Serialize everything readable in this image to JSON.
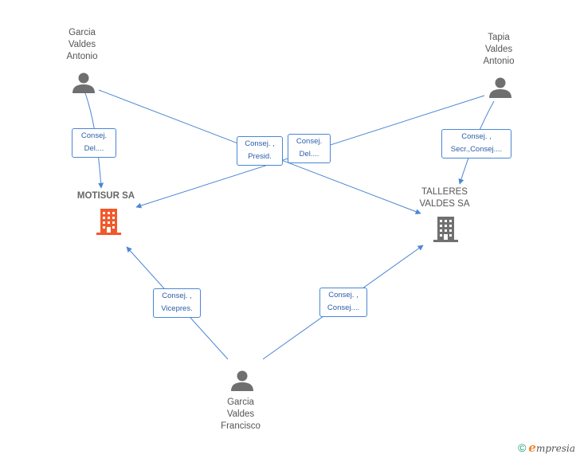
{
  "people": [
    {
      "id": "p1",
      "lines": [
        "Garcia",
        "Valdes",
        "Antonio"
      ]
    },
    {
      "id": "p2",
      "lines": [
        "Tapia",
        "Valdes",
        "Antonio"
      ]
    },
    {
      "id": "p3",
      "lines": [
        "Garcia",
        "Valdes",
        "Francisco"
      ]
    }
  ],
  "companies": [
    {
      "id": "c1",
      "lines": [
        "MOTISUR SA"
      ],
      "color": "#f0592b"
    },
    {
      "id": "c2",
      "lines": [
        "TALLERES",
        "VALDES SA"
      ],
      "color": "#707070"
    }
  ],
  "relations": [
    {
      "id": "r1",
      "lines": [
        "Consej.",
        "Del...."
      ]
    },
    {
      "id": "r2",
      "lines": [
        "Consej. ,",
        "Presid."
      ]
    },
    {
      "id": "r3",
      "lines": [
        "Consej.",
        "Del...."
      ]
    },
    {
      "id": "r4",
      "lines": [
        "Consej. ,",
        "Secr.,Consej...."
      ]
    },
    {
      "id": "r5",
      "lines": [
        "Consej. ,",
        "Vicepres."
      ]
    },
    {
      "id": "r6",
      "lines": [
        "Consej. ,",
        "Consej...."
      ]
    }
  ],
  "colors": {
    "edge": "#4a86d4",
    "person": "#6f6f6f"
  },
  "footer": {
    "copyright": "©",
    "brand_e": "e",
    "brand_rest": "mpresia"
  }
}
